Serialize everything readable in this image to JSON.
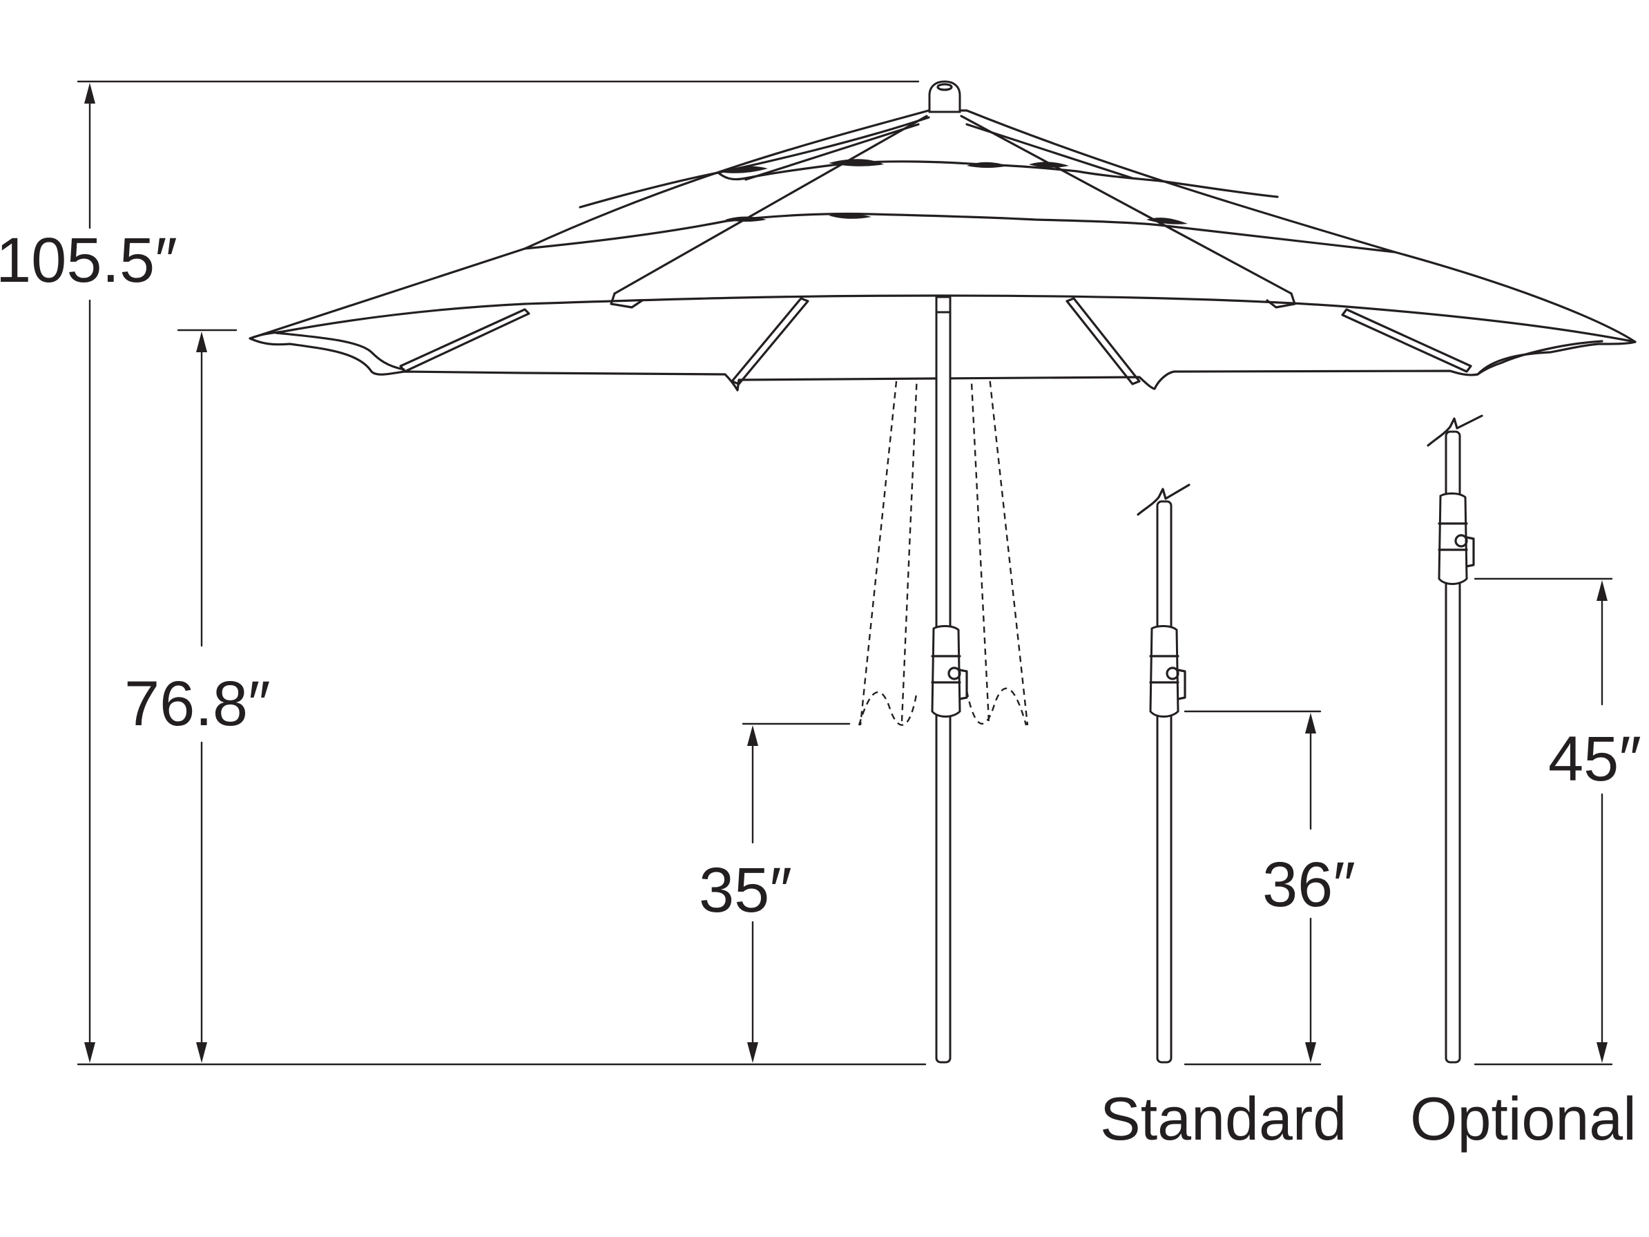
{
  "dimensions": {
    "total_height": "105.5″",
    "clearance_height": "76.8″",
    "tilt_height_main": "35″",
    "crank_height_standard": "36″",
    "crank_height_optional": "45″"
  },
  "variants": {
    "standard_label": "Standard",
    "optional_label": "Optional"
  },
  "colors": {
    "line": "#231f20",
    "background": "#ffffff"
  }
}
